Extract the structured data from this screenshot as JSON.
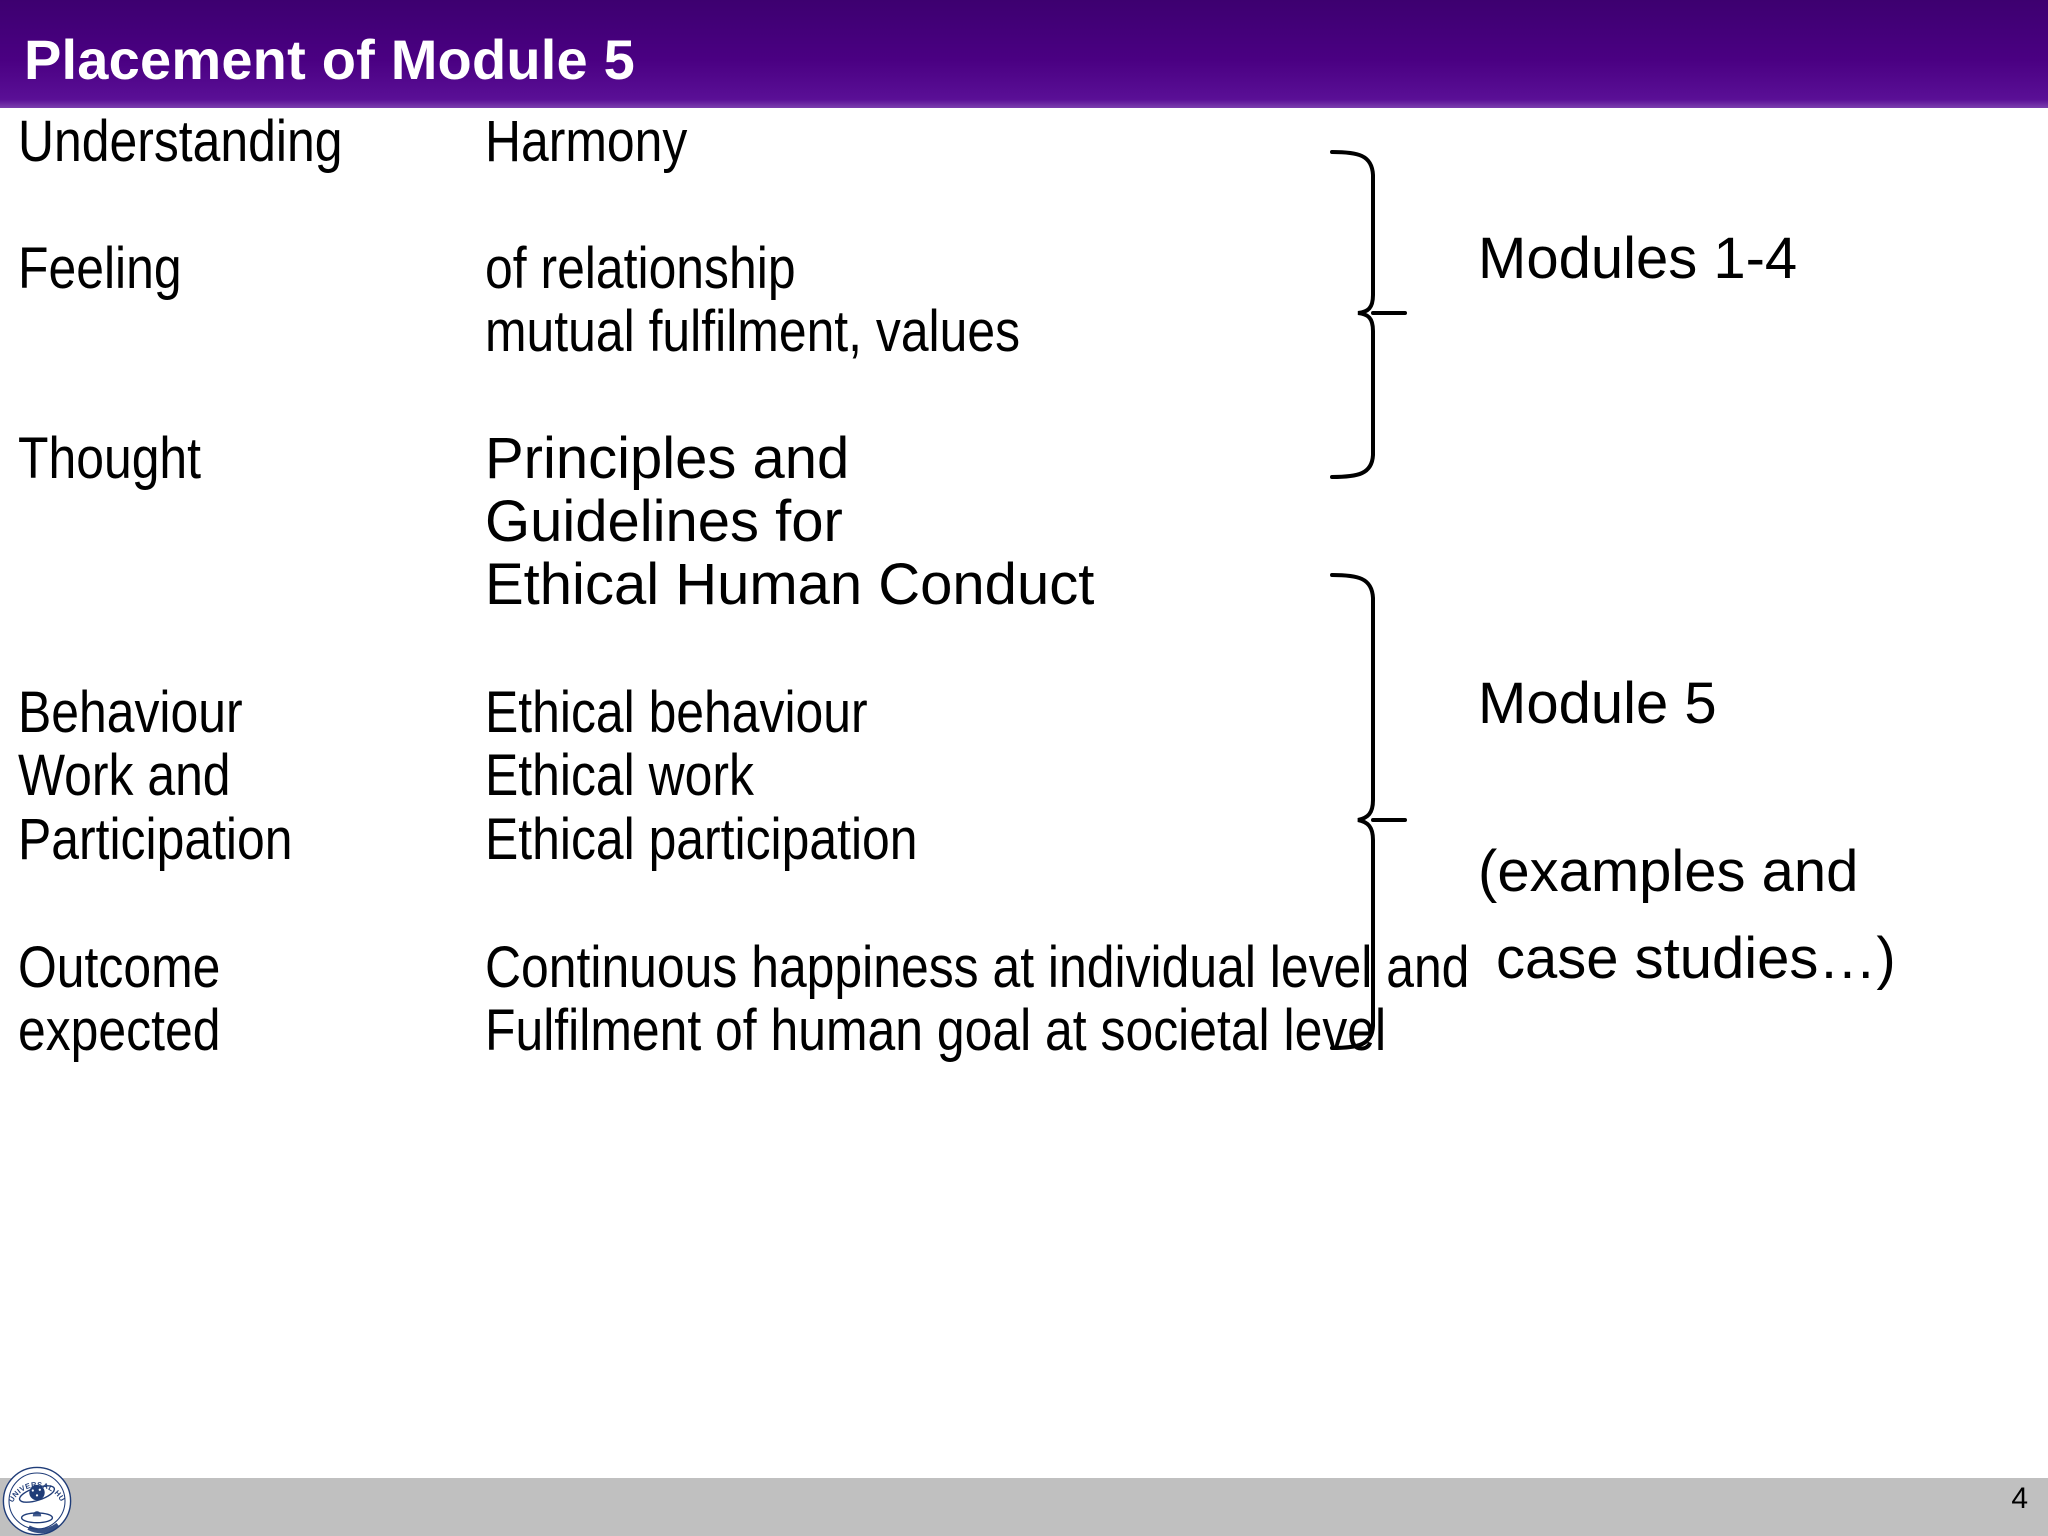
{
  "slide": {
    "title": "Placement of Module 5",
    "title_bar_color": "#4a0082",
    "background_color": "#ffffff",
    "text_color": "#000000"
  },
  "rows": [
    {
      "label": "Understanding",
      "value": "Harmony"
    },
    {
      "label": "Feeling",
      "value": "of relationship"
    },
    {
      "label": "",
      "value": "mutual fulfilment, values"
    },
    {
      "label": "Thought",
      "value": "Principles and"
    },
    {
      "label": "",
      "value": "Guidelines for"
    },
    {
      "label": "",
      "value": "Ethical Human Conduct"
    },
    {
      "label": "Behaviour",
      "value": "Ethical behaviour"
    },
    {
      "label": "Work and",
      "value": "Ethical work"
    },
    {
      "label": "Participation",
      "value": "Ethical participation"
    },
    {
      "label": "Outcome",
      "value": "Continuous happiness at individual level and"
    },
    {
      "label": "expected",
      "value": "Fulfilment of human goal at societal level"
    }
  ],
  "annotations": {
    "group_one_label": "Modules 1-4",
    "group_two_label": "Module 5",
    "group_two_note_line1": "(examples and",
    "group_two_note_line2": "case studies…)"
  },
  "footer": {
    "logo_name": "universal-human-values-logo",
    "logo_text_top": "UNIVERSAL HUMAN VALUES",
    "logo_color": "#1f3c78",
    "bar_color": "#c0c0c0",
    "page_number": "4"
  }
}
